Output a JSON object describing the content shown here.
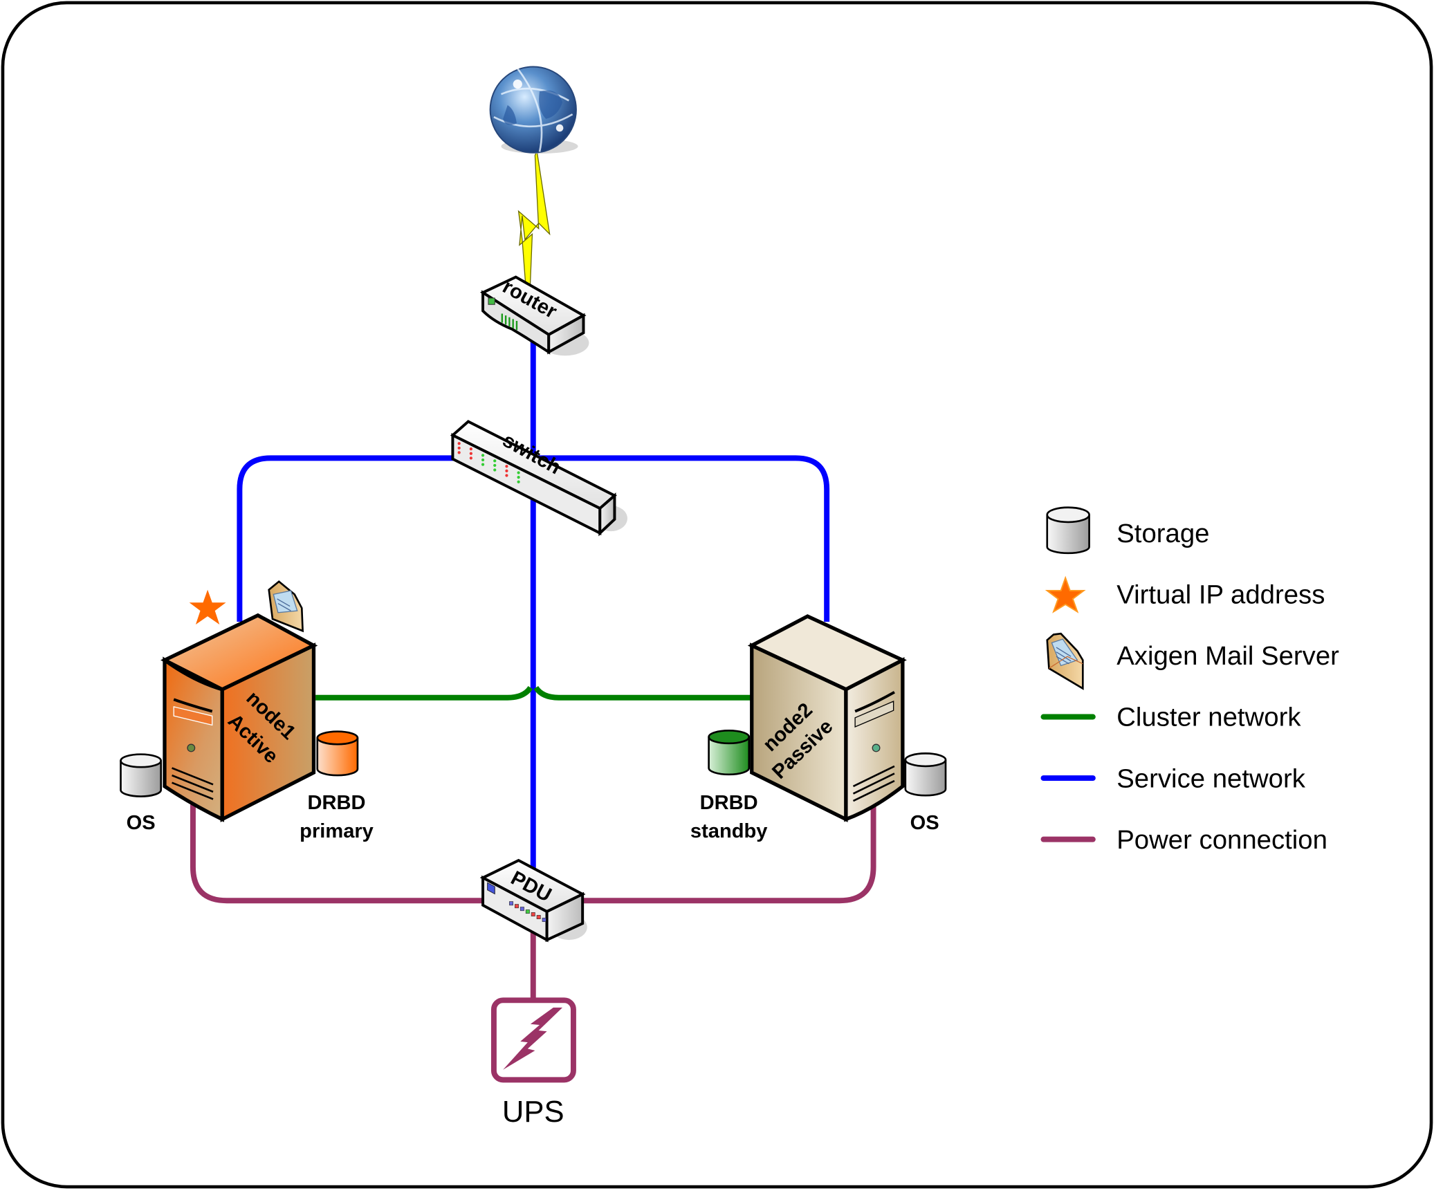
{
  "diagram": {
    "title": "Axigen two-node DRBD active/passive cluster",
    "nodes": {
      "internet": {
        "label": ""
      },
      "router": {
        "label": "router"
      },
      "switch": {
        "label": "switch"
      },
      "node1": {
        "name": "node1",
        "role": "Active",
        "os_label": "OS",
        "drbd_label": "DRBD",
        "drbd_state": "primary"
      },
      "node2": {
        "name": "node2",
        "role": "Passive",
        "os_label": "OS",
        "drbd_label": "DRBD",
        "drbd_state": "standby"
      },
      "pdu": {
        "label": "PDU"
      },
      "ups": {
        "label": "UPS"
      }
    },
    "colors": {
      "cluster_network": "#008000",
      "service_network": "#0000ff",
      "power_connection": "#9b3366",
      "node1_active": "#f07020",
      "node2_passive": "#d8ccaa",
      "virtual_ip": "#ff6a00",
      "drbd_primary": "#ff6a00",
      "drbd_standby": "#1e8c1e",
      "wan_link": "#ffff00"
    },
    "edges": [
      {
        "from": "internet",
        "to": "router",
        "type": "wan"
      },
      {
        "from": "router",
        "to": "switch",
        "type": "service_network"
      },
      {
        "from": "switch",
        "to": "node1",
        "type": "service_network"
      },
      {
        "from": "switch",
        "to": "node2",
        "type": "service_network"
      },
      {
        "from": "switch",
        "to": "pdu",
        "type": "service_network"
      },
      {
        "from": "node1",
        "to": "node2",
        "type": "cluster_network"
      },
      {
        "from": "node1",
        "to": "pdu",
        "type": "power_connection"
      },
      {
        "from": "node2",
        "to": "pdu",
        "type": "power_connection"
      },
      {
        "from": "pdu",
        "to": "ups",
        "type": "power_connection"
      }
    ]
  },
  "legend": {
    "items": [
      {
        "icon": "storage-cylinder-icon",
        "label": "Storage"
      },
      {
        "icon": "star-icon",
        "label": "Virtual IP address"
      },
      {
        "icon": "envelope-icon",
        "label": "Axigen Mail Server"
      },
      {
        "icon": "green-line",
        "label": "Cluster network"
      },
      {
        "icon": "blue-line",
        "label": "Service network"
      },
      {
        "icon": "purple-line",
        "label": "Power connection"
      }
    ]
  }
}
